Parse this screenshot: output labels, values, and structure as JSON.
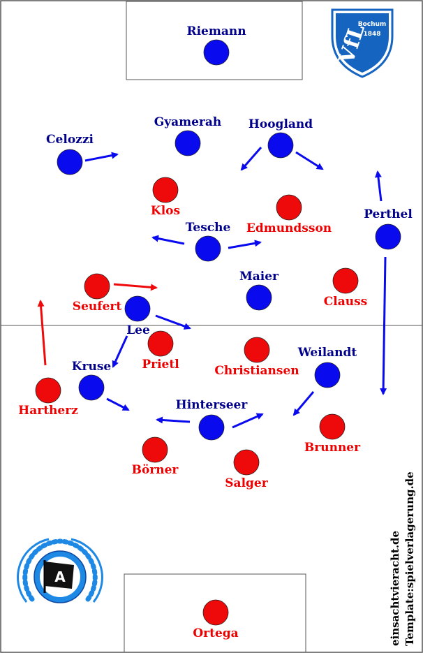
{
  "colors": {
    "blue_team": "#0a0aee",
    "red_team": "#ee0a0a",
    "blue_label": "#00008b",
    "red_label": "#ee0000",
    "lines": "#555555",
    "bochum_blue": "#1565c0",
    "bielefeld_blue": "#1e88e5"
  },
  "credits": {
    "line1": "einsachtvieracht.de",
    "line2": "Template:spielverlagerung.de"
  },
  "crest_bochum": {
    "letters": "VfL",
    "city": "Bochum",
    "year": "1848"
  },
  "crest_bielefeld": {
    "letter": "A"
  },
  "players": {
    "blue": [
      {
        "name": "Riemann"
      },
      {
        "name": "Gyamerah"
      },
      {
        "name": "Hoogland"
      },
      {
        "name": "Celozzi"
      },
      {
        "name": "Perthel"
      },
      {
        "name": "Tesche"
      },
      {
        "name": "Maier"
      },
      {
        "name": "Lee"
      },
      {
        "name": "Weilandt"
      },
      {
        "name": "Kruse"
      },
      {
        "name": "Hinterseer"
      }
    ],
    "red": [
      {
        "name": "Klos"
      },
      {
        "name": "Edmundsson"
      },
      {
        "name": "Clauss"
      },
      {
        "name": "Seufert"
      },
      {
        "name": "Prietl"
      },
      {
        "name": "Christiansen"
      },
      {
        "name": "Hartherz"
      },
      {
        "name": "Brunner"
      },
      {
        "name": "Börner"
      },
      {
        "name": "Salger"
      },
      {
        "name": "Ortega"
      }
    ]
  }
}
